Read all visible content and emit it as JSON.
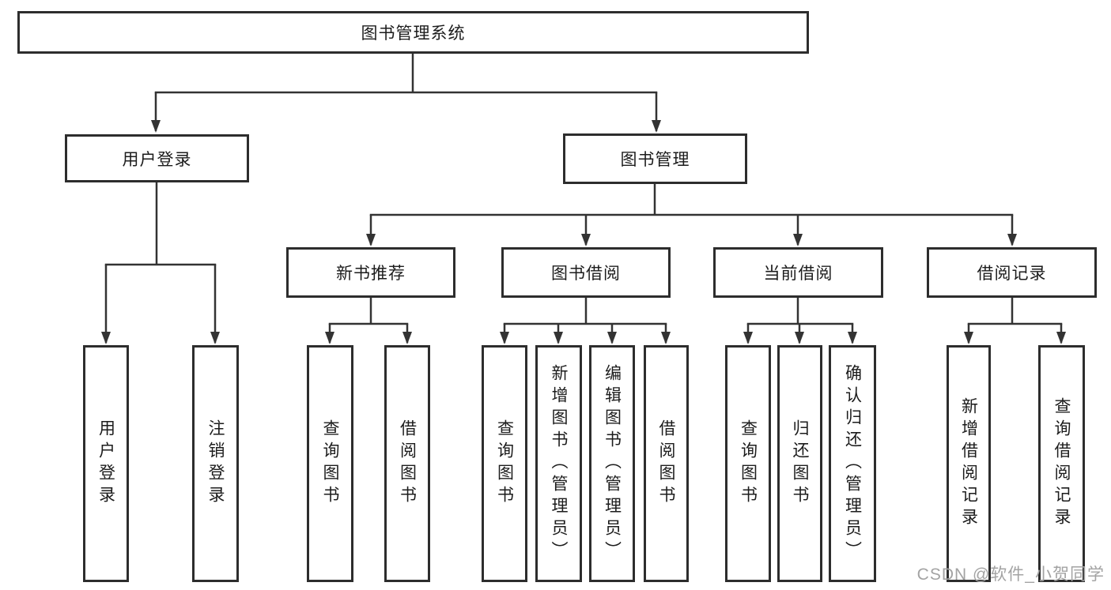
{
  "diagram": {
    "title": "图书管理系统",
    "branches": [
      {
        "label": "用户登录",
        "children": [
          {
            "label": "用户登录"
          },
          {
            "label": "注销登录"
          }
        ]
      },
      {
        "label": "图书管理",
        "children": [
          {
            "label": "新书推荐",
            "children": [
              {
                "label": "查询图书"
              },
              {
                "label": "借阅图书"
              }
            ]
          },
          {
            "label": "图书借阅",
            "children": [
              {
                "label": "查询图书"
              },
              {
                "label": "新增图书（管理员）"
              },
              {
                "label": "编辑图书（管理员）"
              },
              {
                "label": "借阅图书"
              }
            ]
          },
          {
            "label": "当前借阅",
            "children": [
              {
                "label": "查询图书"
              },
              {
                "label": "归还图书"
              },
              {
                "label": "确认归还（管理员）"
              }
            ]
          },
          {
            "label": "借阅记录",
            "children": [
              {
                "label": "新增借阅记录"
              },
              {
                "label": "查询借阅记录"
              }
            ]
          }
        ]
      }
    ]
  },
  "watermark": {
    "text": "CSDN @软件_小贺同学"
  },
  "colors": {
    "line": "#333333",
    "border": "#2d2d2d",
    "text": "#1c1c1c",
    "watermark": "#a3a3a3",
    "background": "#ffffff"
  }
}
